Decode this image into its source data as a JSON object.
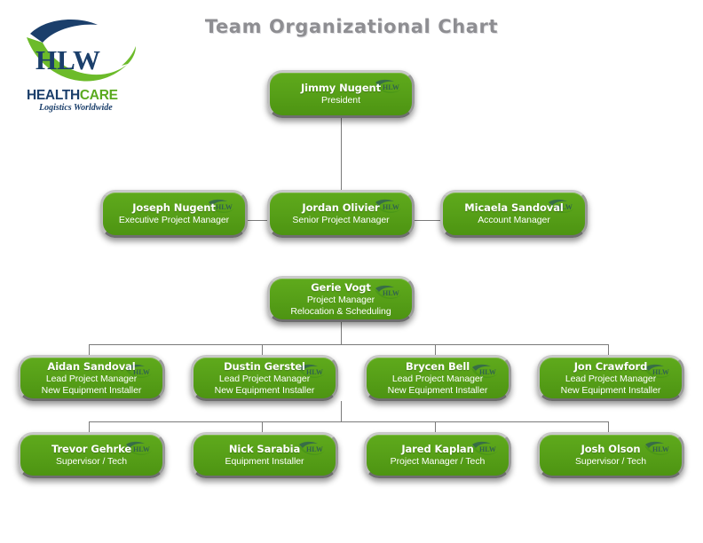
{
  "page": {
    "title": "Team Organizational Chart",
    "background_color": "#ffffff",
    "node_color": "#57a018",
    "node_text_color": "#ffffff",
    "title_color": "#8e8e92",
    "connector_color": "#7a7a7a"
  },
  "logo": {
    "brand": "HLW",
    "word_health": "HEALTH",
    "word_care": "CARE",
    "tagline": "Logistics Worldwide",
    "brand_color": "#1b3f6b",
    "accent_color": "#5aaa1e",
    "icon": "hlw-swoosh-logo"
  },
  "watermark": {
    "label": "HLW",
    "icon": "hlw-watermark-icon"
  },
  "nodes": {
    "president": {
      "name": "Jimmy Nugent",
      "title1": "President",
      "title2": ""
    },
    "executive_pm": {
      "name": "Joseph  Nugent",
      "title1": "Executive Project Manager",
      "title2": ""
    },
    "senior_pm": {
      "name": "Jordan Olivier",
      "title1": "Senior Project Manager",
      "title2": ""
    },
    "account_manager": {
      "name": "Micaela Sandoval",
      "title1": "Account Manager",
      "title2": ""
    },
    "project_manager": {
      "name": "Gerie Vogt",
      "title1": "Project Manager",
      "title2": "Relocation & Scheduling"
    },
    "lead1": {
      "name": "Aidan Sandoval",
      "title1": "Lead Project Manager",
      "title2": "New Equipment Installer"
    },
    "lead2": {
      "name": "Dustin Gerstel",
      "title1": "Lead Project Manager",
      "title2": "New Equipment Installer"
    },
    "lead3": {
      "name": "Brycen Bell",
      "title1": "Lead Project Manager",
      "title2": "New Equipment Installer"
    },
    "lead4": {
      "name": "Jon Crawford",
      "title1": "Lead Project Manager",
      "title2": "New Equipment Installer"
    },
    "staff1": {
      "name": "Trevor Gehrke",
      "title1": "Supervisor / Tech",
      "title2": ""
    },
    "staff2": {
      "name": "Nick Sarabia",
      "title1": "Equipment Installer",
      "title2": ""
    },
    "staff3": {
      "name": "Jared Kaplan",
      "title1": "Project Manager / Tech",
      "title2": ""
    },
    "staff4": {
      "name": "Josh Olson",
      "title1": "Supervisor / Tech",
      "title2": ""
    }
  }
}
